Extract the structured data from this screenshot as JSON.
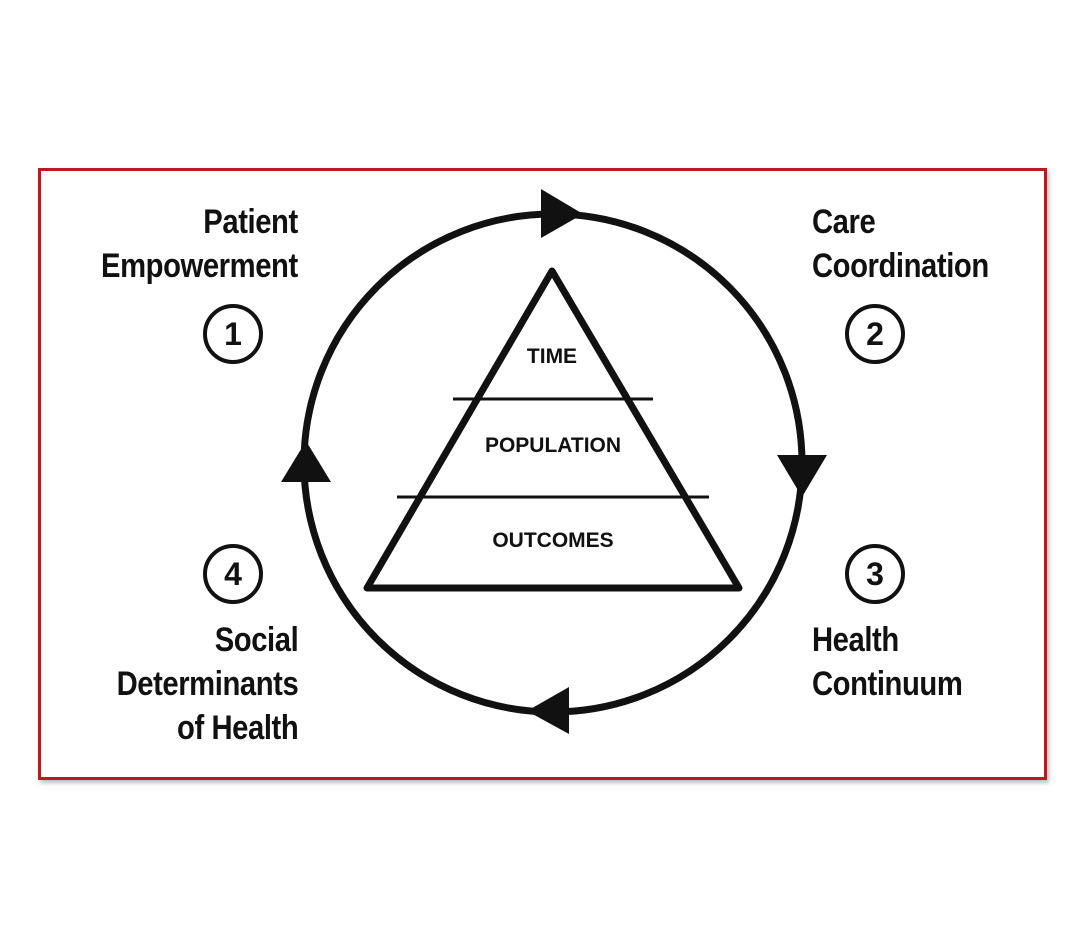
{
  "frame": {
    "border_color": "#c0161d"
  },
  "steps": [
    {
      "number": "1",
      "lines": [
        "Patient",
        "Empowerment"
      ]
    },
    {
      "number": "2",
      "lines": [
        "Care",
        "Coordination"
      ]
    },
    {
      "number": "3",
      "lines": [
        "Health",
        "Continuum"
      ]
    },
    {
      "number": "4",
      "lines": [
        "Social",
        "Determinants",
        "of Health"
      ]
    }
  ],
  "pyramid": {
    "tiers": [
      "TIME",
      "POPULATION",
      "OUTCOMES"
    ]
  },
  "cycle": {
    "arrow_icons": [
      "arrow-right-icon",
      "arrow-down-icon",
      "arrow-left-icon",
      "arrow-up-icon"
    ]
  }
}
